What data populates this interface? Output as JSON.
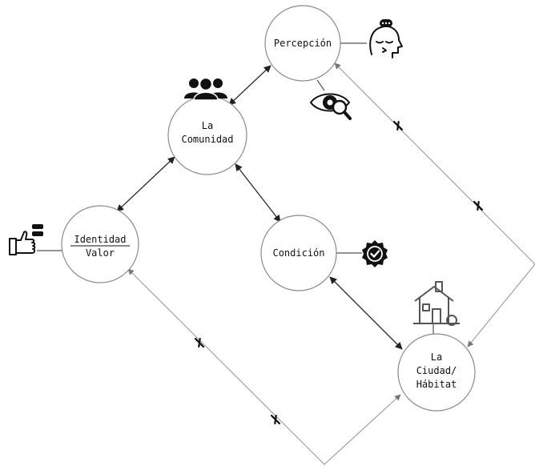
{
  "nodes": {
    "percepcion": {
      "label": "Percepción"
    },
    "comunidad": {
      "line1": "La",
      "line2": "Comunidad"
    },
    "identidad": {
      "line1": "Identidad",
      "line2": "Valor"
    },
    "condicion": {
      "label": "Condición"
    },
    "ciudad": {
      "line1": "La",
      "line2": "Ciudad/",
      "line3": "Hábitat"
    }
  },
  "icons": {
    "percepcion": "thinking-head-icon",
    "comunidad": "people-group-icon",
    "identidad": "thumbs-up-chat-icon",
    "condicion": "verified-badge-icon",
    "ciudad": "house-icon",
    "eye": "eye-magnifier-icon"
  }
}
